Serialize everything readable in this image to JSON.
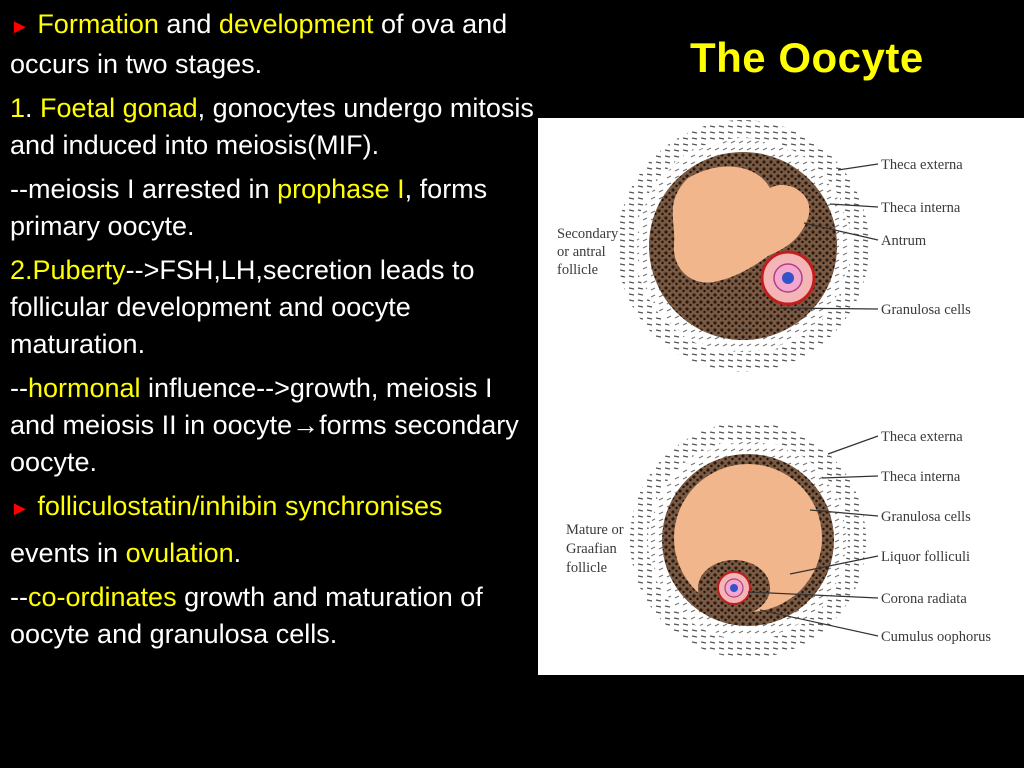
{
  "title": "The Oocyte",
  "colors": {
    "background": "#000000",
    "text": "#ffffff",
    "highlight": "#ffff00",
    "bullet": "#ff0000"
  },
  "icons": {
    "bullet": "red-triangle-bullet",
    "arrow": "right-arrow"
  },
  "paragraphs": {
    "p1": {
      "bullet": "►",
      "t1": "Formation",
      "t2": " and ",
      "t3": "development",
      "t4": " of ova and occurs in two stages."
    },
    "p2": {
      "t1": "1",
      "t2": ". ",
      "t3": "Foetal gonad",
      "t4": ", gonocytes undergo mitosis and induced into meiosis(MIF)."
    },
    "p3": {
      "t1": "--meiosis I arrested in ",
      "t2": "prophase I",
      "t3": ", forms primary oocyte."
    },
    "p4": {
      "t1": "2",
      "t2": ".Puberty",
      "t3": "-->FSH,LH,secretion leads to follicular development and oocyte maturation."
    },
    "p5": {
      "t1": "--",
      "t2": "hormonal",
      "t3": " influence-->growth, meiosis I and meiosis II in oocyte",
      "arrow": "→",
      "t4": "forms secondary oocyte."
    },
    "p6": {
      "bullet": "►",
      "t1": "folliculostatin/inhibin synchronises"
    },
    "p7": {
      "t1": "events in ",
      "t2": "ovulation",
      "t3": "."
    },
    "p8": {
      "t1": "--",
      "t2": "co-ordinates",
      "t3": "  growth and maturation of oocyte and granulosa cells."
    }
  },
  "diagram": {
    "top": {
      "side_label": [
        "Secondary",
        "or antral",
        "follicle"
      ],
      "labels": [
        "Theca externa",
        "Theca interna",
        "Antrum",
        "Granulosa cells"
      ]
    },
    "bottom": {
      "side_label": [
        "Mature or",
        "Graafian",
        "follicle"
      ],
      "labels": [
        "Theca externa",
        "Theca interna",
        "Granulosa cells",
        "Liquor folliculi",
        "Corona radiata",
        "Cumulus oophorus"
      ]
    }
  }
}
